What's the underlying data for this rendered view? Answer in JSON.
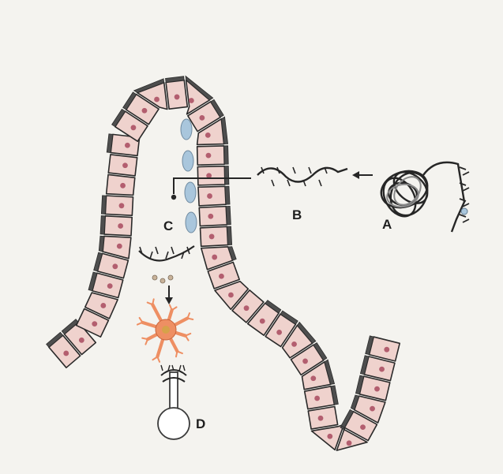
{
  "labels": {
    "a": "A",
    "b": "B",
    "c": "C",
    "d": "D"
  },
  "colors": {
    "background": "#f4f3ef",
    "cell_fill": "#efd2cd",
    "cell_outline": "#2a2a2a",
    "nucleus": "#a84a5e",
    "goblet_cap": "#4e4e4e",
    "receptor": "#a9c6dc",
    "dendritic_cell": "#ee8f63",
    "lymphocyte_fill": "#ffffff",
    "strand": "#262626"
  },
  "icons": {
    "native_protein": "coiled-protein-icon",
    "peptide_fragment": "peptide-fragment-icon",
    "epithelium": "intestinal-villus-icon",
    "dendritic_cell": "dendritic-cell-icon",
    "lymphocyte": "lymphocyte-icon"
  }
}
